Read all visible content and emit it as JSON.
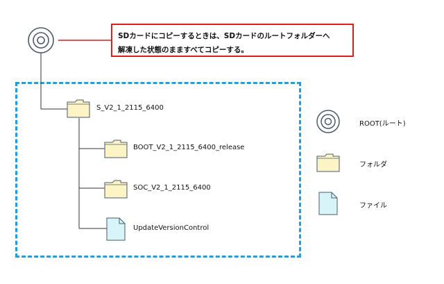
{
  "callout": {
    "line1": "SDカードにコピーするときは、SDカードのルートフォルダーへ",
    "line2": "解凍した状態のまますべてコピーする。"
  },
  "tree": {
    "root_icon": "root-disc-icon",
    "folder": "S_V2_1_2115_6400",
    "children": [
      {
        "type": "folder",
        "label": "BOOT_V2_1_2115_6400_release"
      },
      {
        "type": "folder",
        "label": "SOC_V2_1_2115_6400"
      },
      {
        "type": "file",
        "label": "UpdateVersionControl"
      }
    ]
  },
  "legend": {
    "root": "ROOT(ルート)",
    "folder": "フォルダ",
    "file": "ファイル"
  },
  "colors": {
    "callout_border": "#e01c1c",
    "frame_border": "#1aa0e6",
    "folder_fill": "#fdf4c6",
    "file_fill": "#d7f5f8",
    "icon_stroke": "#4a5a6a"
  }
}
